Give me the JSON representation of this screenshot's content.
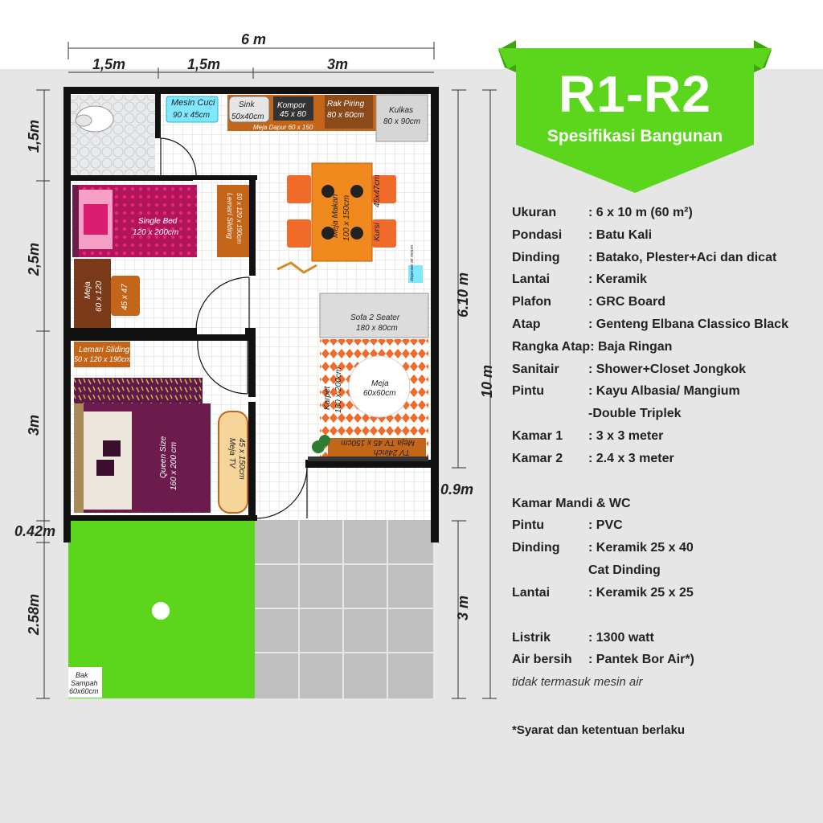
{
  "banner": {
    "title": "R1-R2",
    "subtitle": "Spesifikasi Bangunan"
  },
  "dimensions": {
    "total_width": "6 m",
    "w1": "1,5m",
    "w2": "1,5m",
    "w3": "3m",
    "left_h1": "1,5m",
    "left_h2": "2,5m",
    "left_h3": "3m",
    "left_h4": "0.42m",
    "left_h5": "2.58m",
    "right_h1": "6.10 m",
    "right_h2": "0.9m",
    "right_h3": "3 m",
    "right_total": "10 m"
  },
  "rooms": {
    "mesin_cuci": {
      "name": "Mesin Cuci",
      "size": "90 x 45cm"
    },
    "sink": {
      "name": "Sink",
      "size": "50x40cm"
    },
    "kompor": {
      "name": "Kompor",
      "size": "45 x 80"
    },
    "meja_dapur": "Meja Dapur 60 x 150",
    "rak_piring": {
      "name": "Rak Piring",
      "size": "80 x 60cm"
    },
    "kulkas": {
      "name": "Kulkas",
      "size": "80 x 90cm"
    },
    "single_bed": {
      "name": "Single Bed",
      "size": "120 x 200cm"
    },
    "lemari1": "Lemari Sliding",
    "lemari1_size": "50 x 120 x 190cm",
    "meja_kecil": {
      "name": "Meja",
      "size": "60 x 120"
    },
    "kursi_kecil": "45 x 47",
    "meja_makan": {
      "name": "Meja Makan",
      "size": "100 x 150cm"
    },
    "kursi": {
      "name": "Kursi",
      "size": "45x47cm"
    },
    "dispenser": "dispenser air minum",
    "sofa": {
      "name": "Sofa 2 Seater",
      "size": "180 x 80cm"
    },
    "karpet": {
      "name": "Karpet",
      "size": "180 x 200cm"
    },
    "meja_tamu": {
      "name": "Meja",
      "size": "60x60cm"
    },
    "meja_tv": "Meja TV 45 x 150cm",
    "tv": "TV 24inch",
    "lemari2": {
      "name": "Lemari Sliding",
      "size": "50 x 120 x 190cm"
    },
    "queen_bed": {
      "name": "Queen Size",
      "size": "160 x 200 cm"
    },
    "meja_tv2": {
      "name": "Meja TV",
      "size": "45 x 150cm"
    },
    "bak_sampah": {
      "name": "Bak",
      "name2": "Sampah",
      "size": "60x60cm"
    }
  },
  "specs": [
    {
      "label": "Ukuran",
      "value": ": 6 x 10 m (60 m²)"
    },
    {
      "label": "Pondasi",
      "value": ": Batu Kali"
    },
    {
      "label": "Dinding",
      "value": ": Batako, Plester+Aci dan dicat"
    },
    {
      "label": "Lantai",
      "value": ": Keramik"
    },
    {
      "label": "Plafon",
      "value": ": GRC Board"
    },
    {
      "label": "Atap",
      "value": ": Genteng Elbana Classico Black"
    },
    {
      "label": "Rangka Atap: Baja Ringan",
      "value": ""
    },
    {
      "label": "Sanitair",
      "value": ": Shower+Closet Jongkok"
    },
    {
      "label": "Pintu",
      "value": ": Kayu Albasia/ Mangium"
    },
    {
      "label": "",
      "value": "  -Double Triplek"
    },
    {
      "label": "Kamar 1",
      "value": ": 3 x 3 meter"
    },
    {
      "label": "Kamar 2",
      "value": ": 2.4 x 3 meter"
    }
  ],
  "specs_wc_title": "Kamar Mandi & WC",
  "specs_wc": [
    {
      "label": "Pintu",
      "value": ": PVC"
    },
    {
      "label": "Dinding",
      "value": ": Keramik 25 x 40"
    },
    {
      "label": "",
      "value": "  Cat Dinding"
    },
    {
      "label": "Lantai",
      "value": ": Keramik 25 x 25"
    }
  ],
  "specs_util": [
    {
      "label": "Listrik",
      "value": ": 1300 watt"
    },
    {
      "label": "Air bersih",
      "value": ": Pantek Bor Air*)"
    }
  ],
  "note": "tidak termasuk mesin air",
  "footer": "*Syarat dan ketentuan berlaku",
  "colors": {
    "green": "#5cd61c",
    "wall": "#111111",
    "wood": "#c4661a",
    "magenta": "#a8145a",
    "purple": "#6b1b4c",
    "orange": "#f06a2a"
  }
}
